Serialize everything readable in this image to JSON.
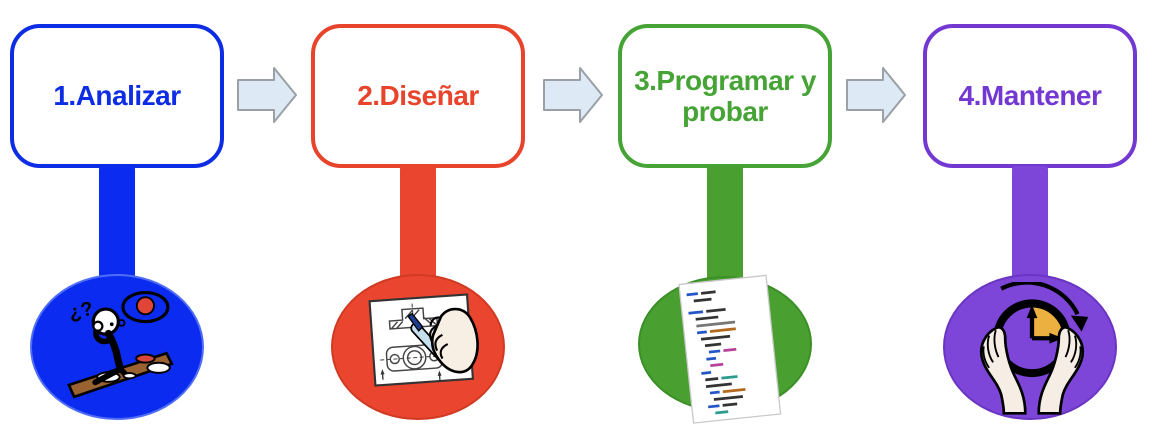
{
  "diagram": {
    "type": "process-flow",
    "steps": [
      {
        "label": "1.Analizar",
        "icon": "thinking-person",
        "color": "#0c2de4",
        "circle_color": "#0b2cf0",
        "edge_color": "#4f6ef5"
      },
      {
        "label": "2.Diseñar",
        "icon": "technical-drawing",
        "color": "#e8432b",
        "circle_color": "#ea452e",
        "edge_color": "#d03a22"
      },
      {
        "label": "3.Programar y probar",
        "icon": "code-sheet",
        "color": "#46a336",
        "circle_color": "#4a9f31",
        "edge_color": "#3a8f26"
      },
      {
        "label": "4.Mantener",
        "icon": "hands-clock",
        "color": "#7338d2",
        "circle_color": "#7d46d9",
        "edge_color": "#6a35c2"
      }
    ],
    "arrow": {
      "fill": "#ddeaf6",
      "stroke": "#9aa0a6"
    }
  }
}
